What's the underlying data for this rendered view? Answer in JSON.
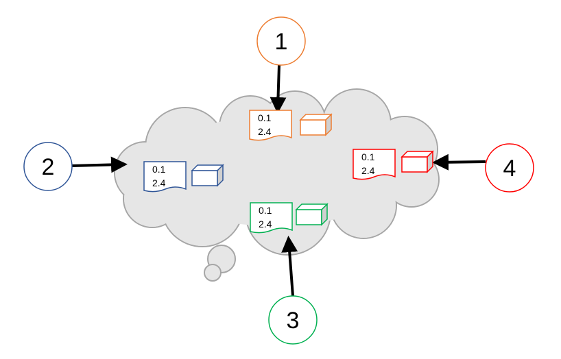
{
  "colors": {
    "cloud_fill": "#e6e6e6",
    "cloud_stroke": "#a6a6a6",
    "arrow": "#000000"
  },
  "nodes": [
    {
      "id": "1",
      "label": "1",
      "color": "#ED7D31",
      "doc_lines": [
        "0.1",
        "2.4"
      ]
    },
    {
      "id": "2",
      "label": "2",
      "color": "#2F5597",
      "doc_lines": [
        "0.1",
        "2.4"
      ]
    },
    {
      "id": "3",
      "label": "3",
      "color": "#00B050",
      "doc_lines": [
        "0.1",
        "2.4"
      ]
    },
    {
      "id": "4",
      "label": "4",
      "color": "#FF0000",
      "doc_lines": [
        "0.1",
        "2.4"
      ]
    }
  ]
}
